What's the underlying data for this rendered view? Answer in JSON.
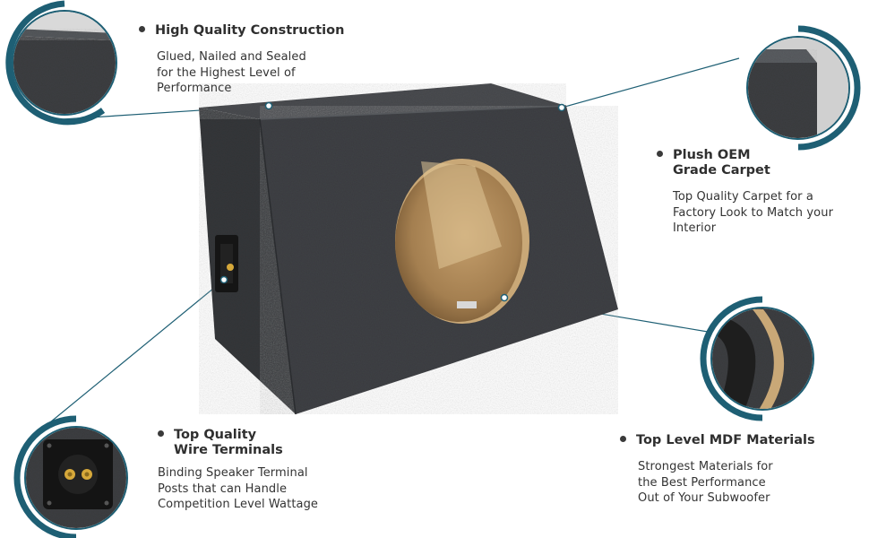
{
  "colors": {
    "accent_ring": "#1e5f74",
    "carpet": "#3d3f42",
    "carpet_dark": "#2b2d30",
    "mdf": "#c9a877",
    "text": "#2f2f2f"
  },
  "callouts": {
    "construction": {
      "title": "High Quality Construction",
      "lines": [
        "Glued, Nailed and Sealed",
        "for the Highest Level of",
        "Performance"
      ]
    },
    "carpet": {
      "title_line1": "Plush OEM",
      "title_line2": "Grade Carpet",
      "lines": [
        "Top Quality Carpet for a",
        "Factory Look to Match your",
        "Interior"
      ]
    },
    "terminals": {
      "title_line1": "Top Quality",
      "title_line2": "Wire Terminals",
      "lines": [
        "Binding Speaker Terminal",
        "Posts that can Handle",
        "Competition Level Wattage"
      ]
    },
    "mdf": {
      "title": "Top Level MDF Materials",
      "lines": [
        "Strongest Materials for",
        "the Best Performance",
        "Out of  Your Subwoofer"
      ]
    }
  },
  "icons": [
    "zoom-circle-carpet-corner",
    "zoom-circle-carpet-edge",
    "zoom-circle-mdf-edge",
    "zoom-circle-terminal-cup"
  ]
}
